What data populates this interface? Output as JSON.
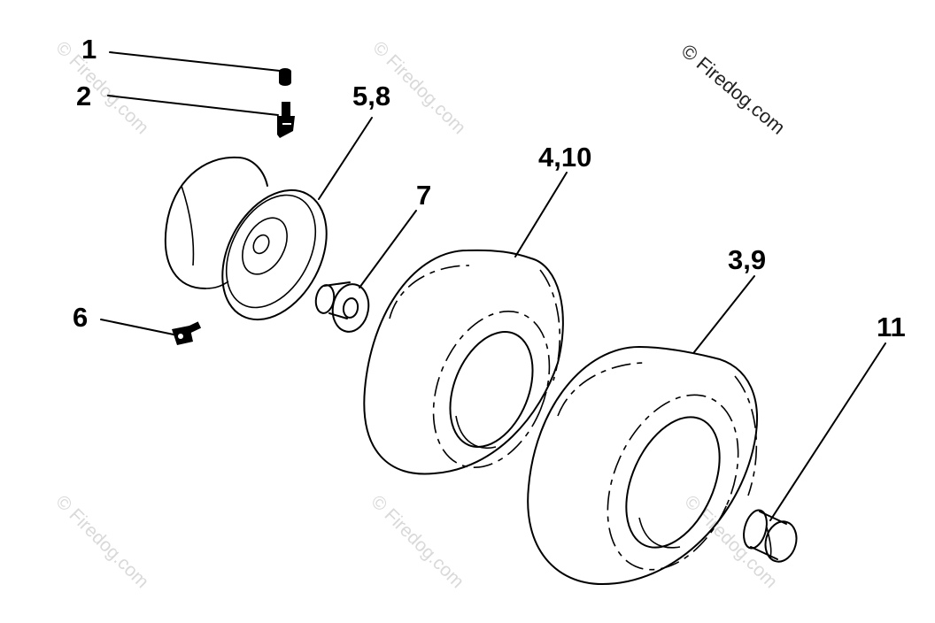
{
  "watermark": {
    "text": "© Firedog.com"
  },
  "credit": {
    "text": "© Firedog.com"
  },
  "callouts": {
    "c1": "1",
    "c2": "2",
    "c58": "5,8",
    "c410": "4,10",
    "c7": "7",
    "c39": "3,9",
    "c11": "11",
    "c6": "6"
  },
  "parts": [
    {
      "label": "1",
      "icon": "valve-cap-icon"
    },
    {
      "label": "2",
      "icon": "valve-stem-icon"
    },
    {
      "label": "5,8",
      "icon": "wheel-rim-icon"
    },
    {
      "label": "4,10",
      "icon": "tire-icon"
    },
    {
      "label": "7",
      "icon": "bushing-icon"
    },
    {
      "label": "3,9",
      "icon": "tire-icon"
    },
    {
      "label": "11",
      "icon": "hub-cap-icon"
    },
    {
      "label": "6",
      "icon": "grease-fitting-icon"
    }
  ],
  "colors": {
    "line": "#000000",
    "watermark": "#d9d9d9",
    "background": "#ffffff"
  }
}
